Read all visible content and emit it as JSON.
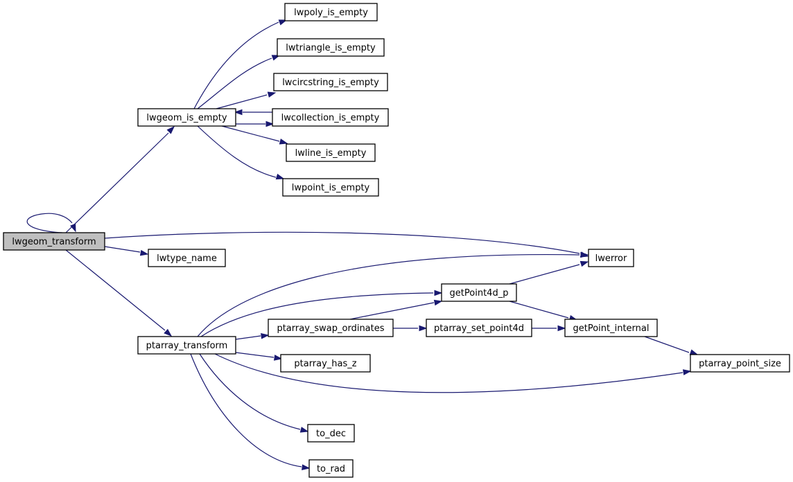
{
  "diagram": {
    "root": "lwgeom_transform",
    "nodes": [
      {
        "id": "lwgeom_transform",
        "label": "lwgeom_transform"
      },
      {
        "id": "lwgeom_is_empty",
        "label": "lwgeom_is_empty"
      },
      {
        "id": "lwerror",
        "label": "lwerror"
      },
      {
        "id": "lwtype_name",
        "label": "lwtype_name"
      },
      {
        "id": "ptarray_transform",
        "label": "ptarray_transform"
      },
      {
        "id": "lwpoly_is_empty",
        "label": "lwpoly_is_empty"
      },
      {
        "id": "lwtriangle_is_empty",
        "label": "lwtriangle_is_empty"
      },
      {
        "id": "lwcircstring_is_empty",
        "label": "lwcircstring_is_empty"
      },
      {
        "id": "lwcollection_is_empty",
        "label": "lwcollection_is_empty"
      },
      {
        "id": "lwline_is_empty",
        "label": "lwline_is_empty"
      },
      {
        "id": "lwpoint_is_empty",
        "label": "lwpoint_is_empty"
      },
      {
        "id": "getPoint4d_p",
        "label": "getPoint4d_p"
      },
      {
        "id": "ptarray_swap_ordinates",
        "label": "ptarray_swap_ordinates"
      },
      {
        "id": "ptarray_set_point4d",
        "label": "ptarray_set_point4d"
      },
      {
        "id": "getPoint_internal",
        "label": "getPoint_internal"
      },
      {
        "id": "ptarray_has_z",
        "label": "ptarray_has_z"
      },
      {
        "id": "ptarray_point_size",
        "label": "ptarray_point_size"
      },
      {
        "id": "to_dec",
        "label": "to_dec"
      },
      {
        "id": "to_rad",
        "label": "to_rad"
      }
    ],
    "edges": [
      {
        "from": "lwgeom_transform",
        "to": "lwgeom_transform"
      },
      {
        "from": "lwgeom_transform",
        "to": "lwgeom_is_empty"
      },
      {
        "from": "lwgeom_transform",
        "to": "lwerror"
      },
      {
        "from": "lwgeom_transform",
        "to": "lwtype_name"
      },
      {
        "from": "lwgeom_transform",
        "to": "ptarray_transform"
      },
      {
        "from": "lwgeom_is_empty",
        "to": "lwpoly_is_empty"
      },
      {
        "from": "lwgeom_is_empty",
        "to": "lwtriangle_is_empty"
      },
      {
        "from": "lwgeom_is_empty",
        "to": "lwcircstring_is_empty"
      },
      {
        "from": "lwgeom_is_empty",
        "to": "lwcollection_is_empty"
      },
      {
        "from": "lwcollection_is_empty",
        "to": "lwgeom_is_empty"
      },
      {
        "from": "lwgeom_is_empty",
        "to": "lwline_is_empty"
      },
      {
        "from": "lwgeom_is_empty",
        "to": "lwpoint_is_empty"
      },
      {
        "from": "ptarray_transform",
        "to": "lwerror"
      },
      {
        "from": "ptarray_transform",
        "to": "getPoint4d_p"
      },
      {
        "from": "ptarray_transform",
        "to": "ptarray_swap_ordinates"
      },
      {
        "from": "ptarray_transform",
        "to": "ptarray_has_z"
      },
      {
        "from": "ptarray_transform",
        "to": "ptarray_point_size"
      },
      {
        "from": "ptarray_transform",
        "to": "to_dec"
      },
      {
        "from": "ptarray_transform",
        "to": "to_rad"
      },
      {
        "from": "getPoint4d_p",
        "to": "lwerror"
      },
      {
        "from": "getPoint4d_p",
        "to": "getPoint_internal"
      },
      {
        "from": "ptarray_swap_ordinates",
        "to": "getPoint4d_p"
      },
      {
        "from": "ptarray_swap_ordinates",
        "to": "ptarray_set_point4d"
      },
      {
        "from": "ptarray_set_point4d",
        "to": "getPoint_internal"
      },
      {
        "from": "getPoint_internal",
        "to": "ptarray_point_size"
      }
    ],
    "colors": {
      "edge": "#191970",
      "root_fill": "#bfbfbf",
      "node_fill": "#ffffff",
      "node_border": "#000000"
    }
  }
}
